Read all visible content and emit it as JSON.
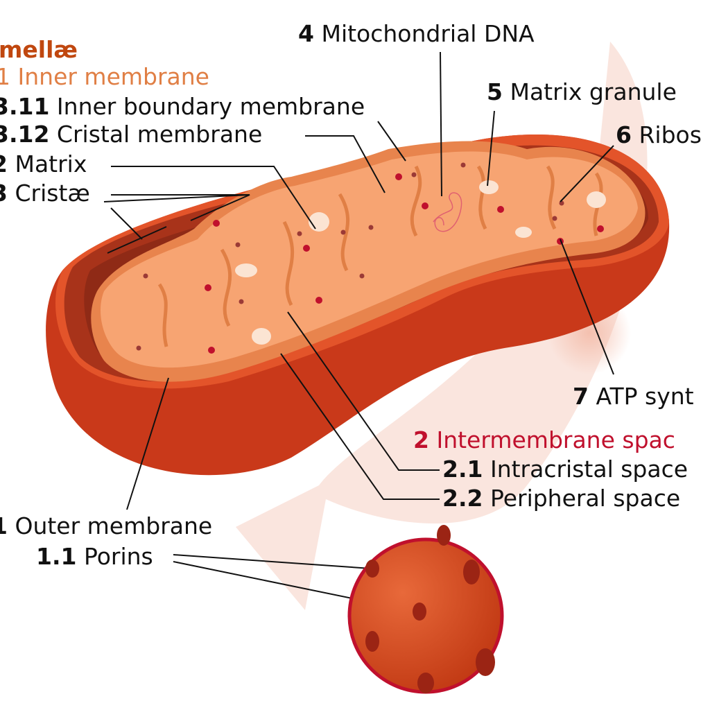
{
  "colors": {
    "outer": "#d4441c",
    "inner": "#f7a472",
    "crista_edge": "#e8844d",
    "text_orange": "#e07f45",
    "text_brown": "#c0470f",
    "text_red": "#c0102d",
    "porin": "#9b2414"
  },
  "labels": {
    "lamellae": "mellæ",
    "inner_membrane": {
      "num": "1",
      "text": "Inner membrane"
    },
    "inner_boundary": {
      "num": "3.11",
      "text": "Inner boundary membrane"
    },
    "cristal": {
      "num": "3.12",
      "text": "Cristal membrane"
    },
    "matrix": {
      "num": "2",
      "text": "Matrix"
    },
    "cristae": {
      "num": "3",
      "text": "Cristæ"
    },
    "mtdna": {
      "num": "4",
      "text": "Mitochondrial DNA"
    },
    "granules": {
      "num": "5",
      "text": "Matrix granule"
    },
    "ribosome": {
      "num": "6",
      "text": "Ribos"
    },
    "atp": {
      "num": "7",
      "text": "ATP synt"
    },
    "intermembrane": {
      "num": "2",
      "text": "Intermembrane spac"
    },
    "intracristal": {
      "num": "2.1",
      "text": "Intracristal space"
    },
    "peripheral": {
      "num": "2.2",
      "text": "Peripheral space"
    },
    "outer": {
      "num": "1",
      "text": "Outer membrane"
    },
    "porins": {
      "num": "1.1",
      "text": "Porins"
    }
  }
}
